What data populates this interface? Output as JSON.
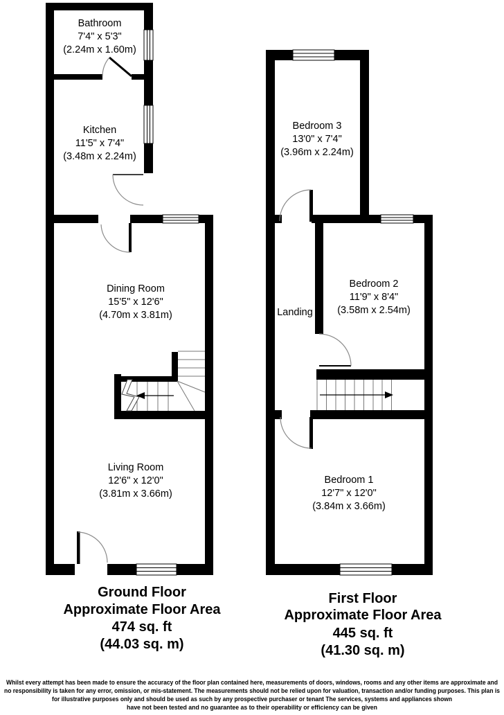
{
  "ground_floor": {
    "rooms": {
      "bathroom": {
        "name": "Bathroom",
        "size_imperial": "7'4\" x 5'3\"",
        "size_metric": "(2.24m x 1.60m)"
      },
      "kitchen": {
        "name": "Kitchen",
        "size_imperial": "11'5\" x 7'4\"",
        "size_metric": "(3.48m x 2.24m)"
      },
      "dining_room": {
        "name": "Dining Room",
        "size_imperial": "15'5\" x 12'6\"",
        "size_metric": "(4.70m x 3.81m)"
      },
      "living_room": {
        "name": "Living Room",
        "size_imperial": "12'6\" x 12'0\"",
        "size_metric": "(3.81m x 3.66m)"
      }
    },
    "title": "Ground Floor",
    "subtitle": "Approximate Floor Area",
    "area_imperial": "474 sq. ft",
    "area_metric": "(44.03 sq. m)"
  },
  "first_floor": {
    "rooms": {
      "bedroom3": {
        "name": "Bedroom 3",
        "size_imperial": "13'0\" x 7'4\"",
        "size_metric": "(3.96m x 2.24m)"
      },
      "landing": {
        "name": "Landing"
      },
      "bedroom2": {
        "name": "Bedroom 2",
        "size_imperial": "11'9\" x 8'4\"",
        "size_metric": "(3.58m x 2.54m)"
      },
      "bedroom1": {
        "name": "Bedroom 1",
        "size_imperial": "12'7\" x 12'0\"",
        "size_metric": "(3.84m x 3.66m)"
      }
    },
    "title": "First Floor",
    "subtitle": "Approximate Floor Area",
    "area_imperial": "445 sq. ft",
    "area_metric": "(41.30 sq. m)"
  },
  "disclaimer": {
    "line1": "Whilst every attempt has been made to ensure the accuracy of the floor plan contained here, measurements of doors, windows, rooms and any other items are approximate and",
    "line2": "no responsibility is taken for any error, omission, or mis-statement. The measurements should not be relied upon for valuation, transaction and/or funding purposes. This plan is",
    "line3": "for illustrative purposes only and should be used as such by any prospective purchaser or tenant The services, systems and appliances shown",
    "line4": "have not been tested and no guarantee as to their operability or efficiency can be given"
  },
  "colors": {
    "wall": "#000000",
    "background": "#ffffff",
    "arc": "#8a8a8a"
  }
}
